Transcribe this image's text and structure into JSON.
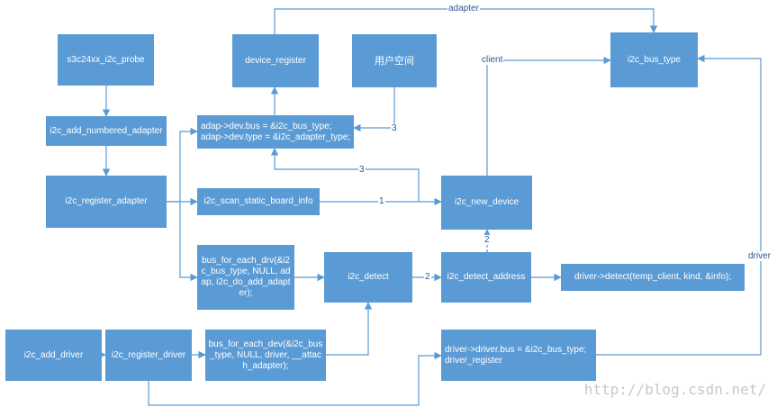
{
  "colors": {
    "node_fill": "#5b9bd5",
    "edge": "#5b9bd5",
    "label": "#2f5597"
  },
  "nodes": {
    "s3c24xx_i2c_probe": "s3c24xx_i2c_probe",
    "device_register": "device_register",
    "user_space": "用户空间",
    "i2c_bus_type": "i2c_bus_type",
    "i2c_add_numbered_adapter": "i2c_add_numbered_adapter",
    "adap_assign": "adap->dev.bus = &i2c_bus_type;\nadap->dev.type = &i2c_adapter_type;",
    "i2c_register_adapter": "i2c_register_adapter",
    "i2c_scan_static_board_info": "i2c_scan_static_board_info",
    "i2c_new_device": "i2c_new_device",
    "bus_for_each_drv": "bus_for_each_drv(&i2c_bus_type, NULL, adap, i2c_do_add_adapter);",
    "i2c_detect": "i2c_detect",
    "i2c_detect_address": "i2c_detect_address",
    "driver_detect": "driver->detect(temp_client, kind, &info);",
    "i2c_add_driver": "i2c_add_driver",
    "i2c_register_driver": "i2c_register_driver",
    "bus_for_each_dev": "bus_for_each_dev(&i2c_bus_type, NULL, driver, __attach_adapter);",
    "driver_assign": "driver->driver.bus = &i2c_bus_type;\ndriver_register"
  },
  "edge_labels": {
    "adapter": "adapter",
    "client": "client",
    "driver": "driver",
    "num3_user": "3",
    "num3_mid": "3",
    "num1": "1",
    "num2_vert": "2",
    "num2_horiz": "2"
  },
  "watermark": "http://blog.csdn.net/"
}
